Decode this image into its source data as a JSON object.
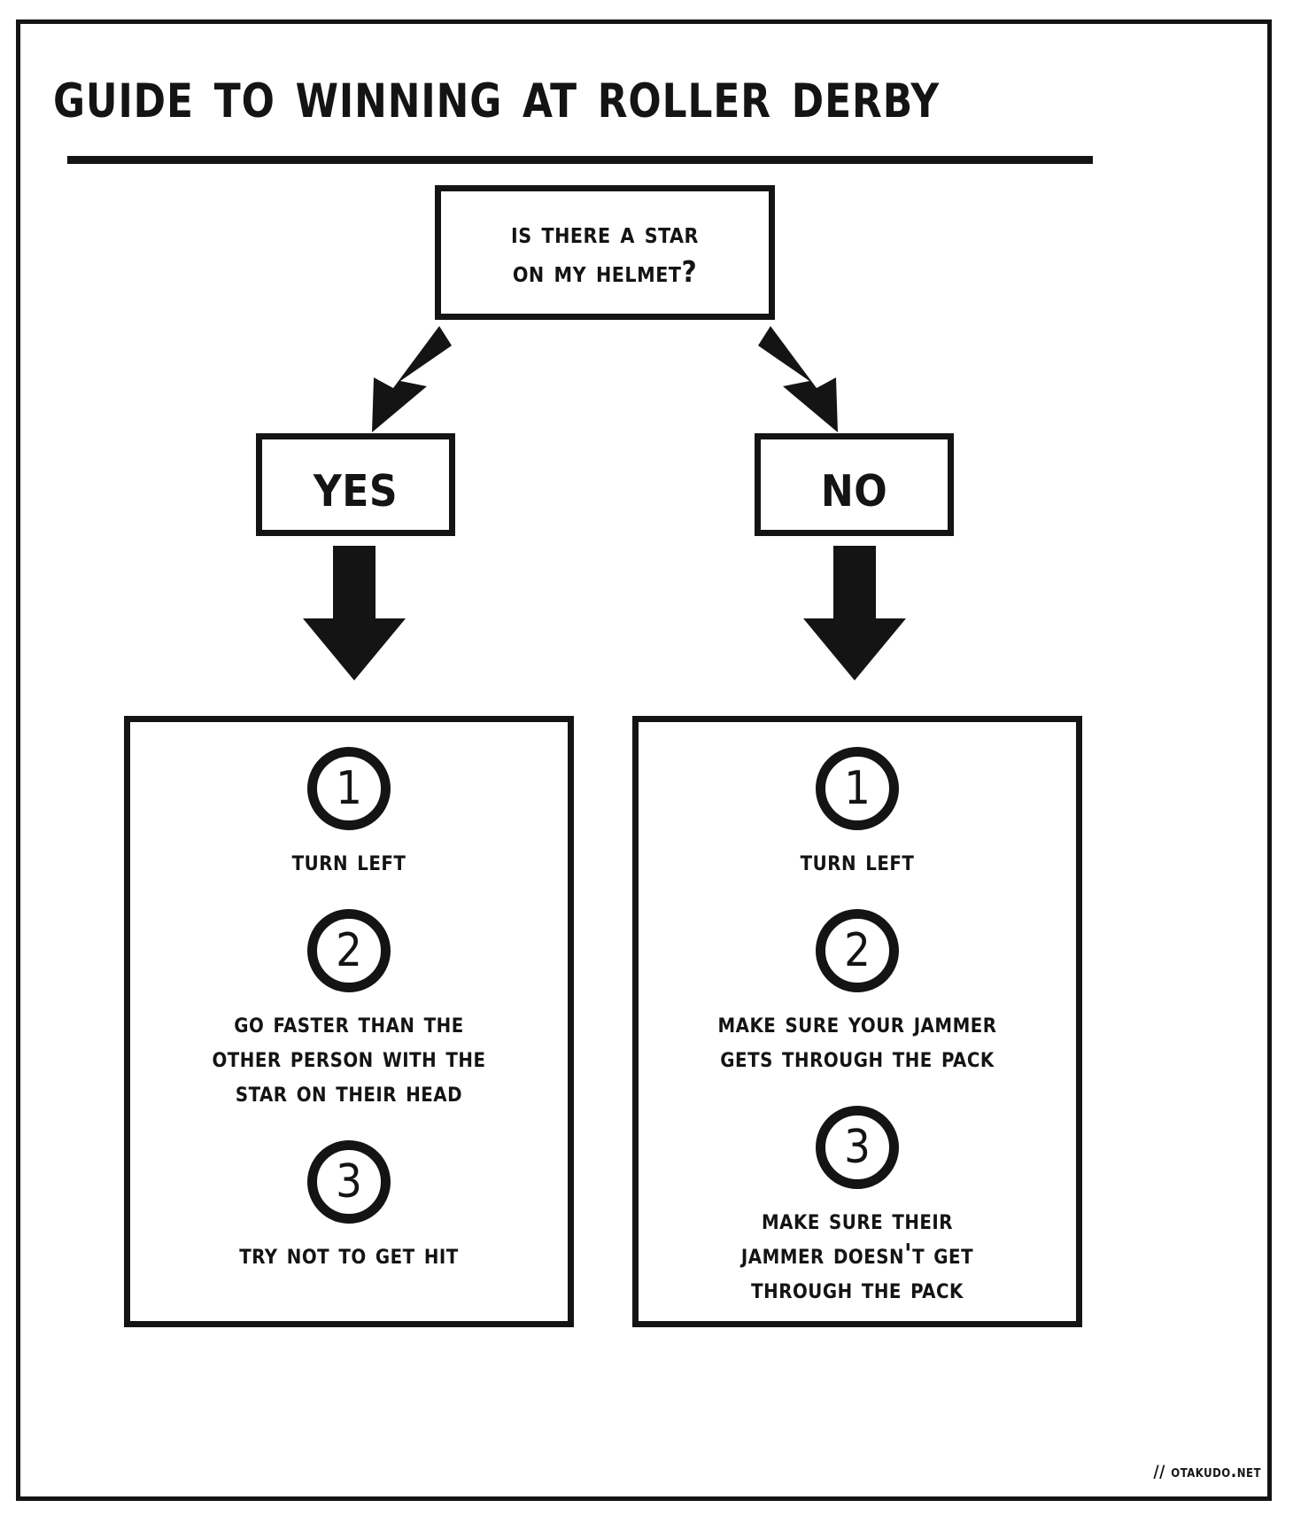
{
  "title": "Guide to Winning at Roller Derby",
  "question": {
    "line1": "Is there a star",
    "line2": "on my helmet?"
  },
  "answers": {
    "yes": "Yes",
    "no": "No"
  },
  "branches": {
    "yes": {
      "steps": [
        {
          "number": "1",
          "text": "Turn left"
        },
        {
          "number": "2",
          "text": "Go faster than the\nother person with the\nstar on their head"
        },
        {
          "number": "3",
          "text": "Try not to get hit"
        }
      ]
    },
    "no": {
      "steps": [
        {
          "number": "1",
          "text": "Turn left"
        },
        {
          "number": "2",
          "text": "Make sure your jammer\ngets through the pack"
        },
        {
          "number": "3",
          "text": "Make sure their\nJammer doesn't get\nthrough the pack"
        }
      ]
    }
  },
  "footer": {
    "credit": "// otakudo.net"
  },
  "colors": {
    "ink": "#141414",
    "paper": "#ffffff"
  }
}
